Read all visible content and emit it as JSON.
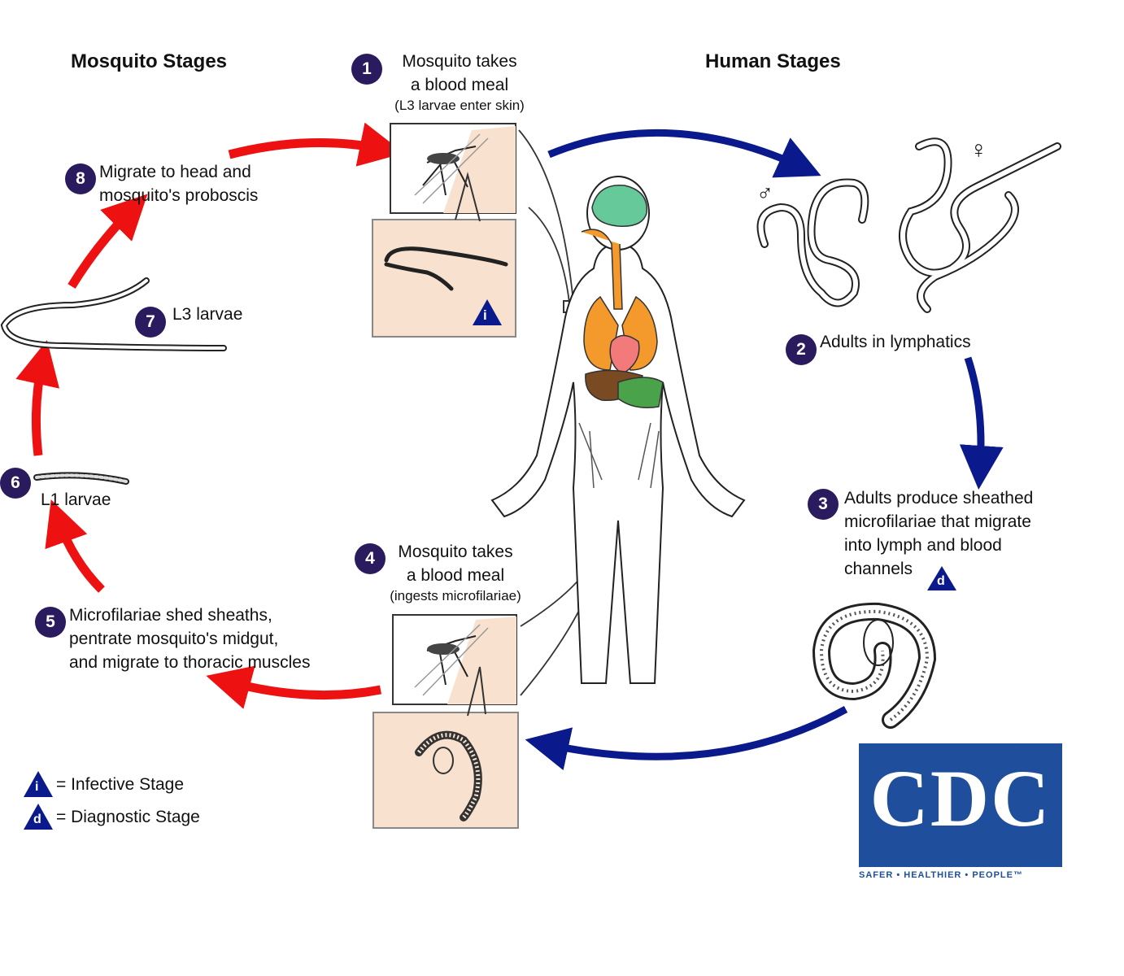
{
  "headings": {
    "mosquito": "Mosquito Stages",
    "human": "Human Stages"
  },
  "stages": [
    {
      "num": "1",
      "lines": [
        "Mosquito takes",
        "a blood meal"
      ],
      "sub": "(L3 larvae enter skin)"
    },
    {
      "num": "2",
      "lines": [
        "Adults in lymphatics"
      ]
    },
    {
      "num": "3",
      "lines": [
        "Adults produce sheathed",
        "microfilariae that migrate",
        "into lymph and blood",
        "channels"
      ]
    },
    {
      "num": "4",
      "lines": [
        "Mosquito takes",
        "a blood meal"
      ],
      "sub": "(ingests microfilariae)"
    },
    {
      "num": "5",
      "lines": [
        "Microfilariae shed sheaths,",
        "pentrate mosquito's midgut,",
        "and migrate to thoracic muscles"
      ]
    },
    {
      "num": "6",
      "lines": [
        "L1 larvae"
      ]
    },
    {
      "num": "7",
      "lines": [
        "L3 larvae"
      ]
    },
    {
      "num": "8",
      "lines": [
        "Migrate to head and",
        "mosquito's proboscis"
      ]
    }
  ],
  "legend": {
    "infective_symbol": "i",
    "infective": "= Infective Stage",
    "diagnostic_symbol": "d",
    "diagnostic": "= Diagnostic Stage"
  },
  "gender": {
    "male": "♂",
    "female": "♀"
  },
  "logo": {
    "text": "CDC",
    "tagline": "SAFER • HEALTHIER • PEOPLE™"
  },
  "colors": {
    "human_arrow": "#0a1a8c",
    "mosquito_arrow": "#ee1111",
    "badge": "#2a1a5e",
    "panel": "#f8e2cf"
  }
}
